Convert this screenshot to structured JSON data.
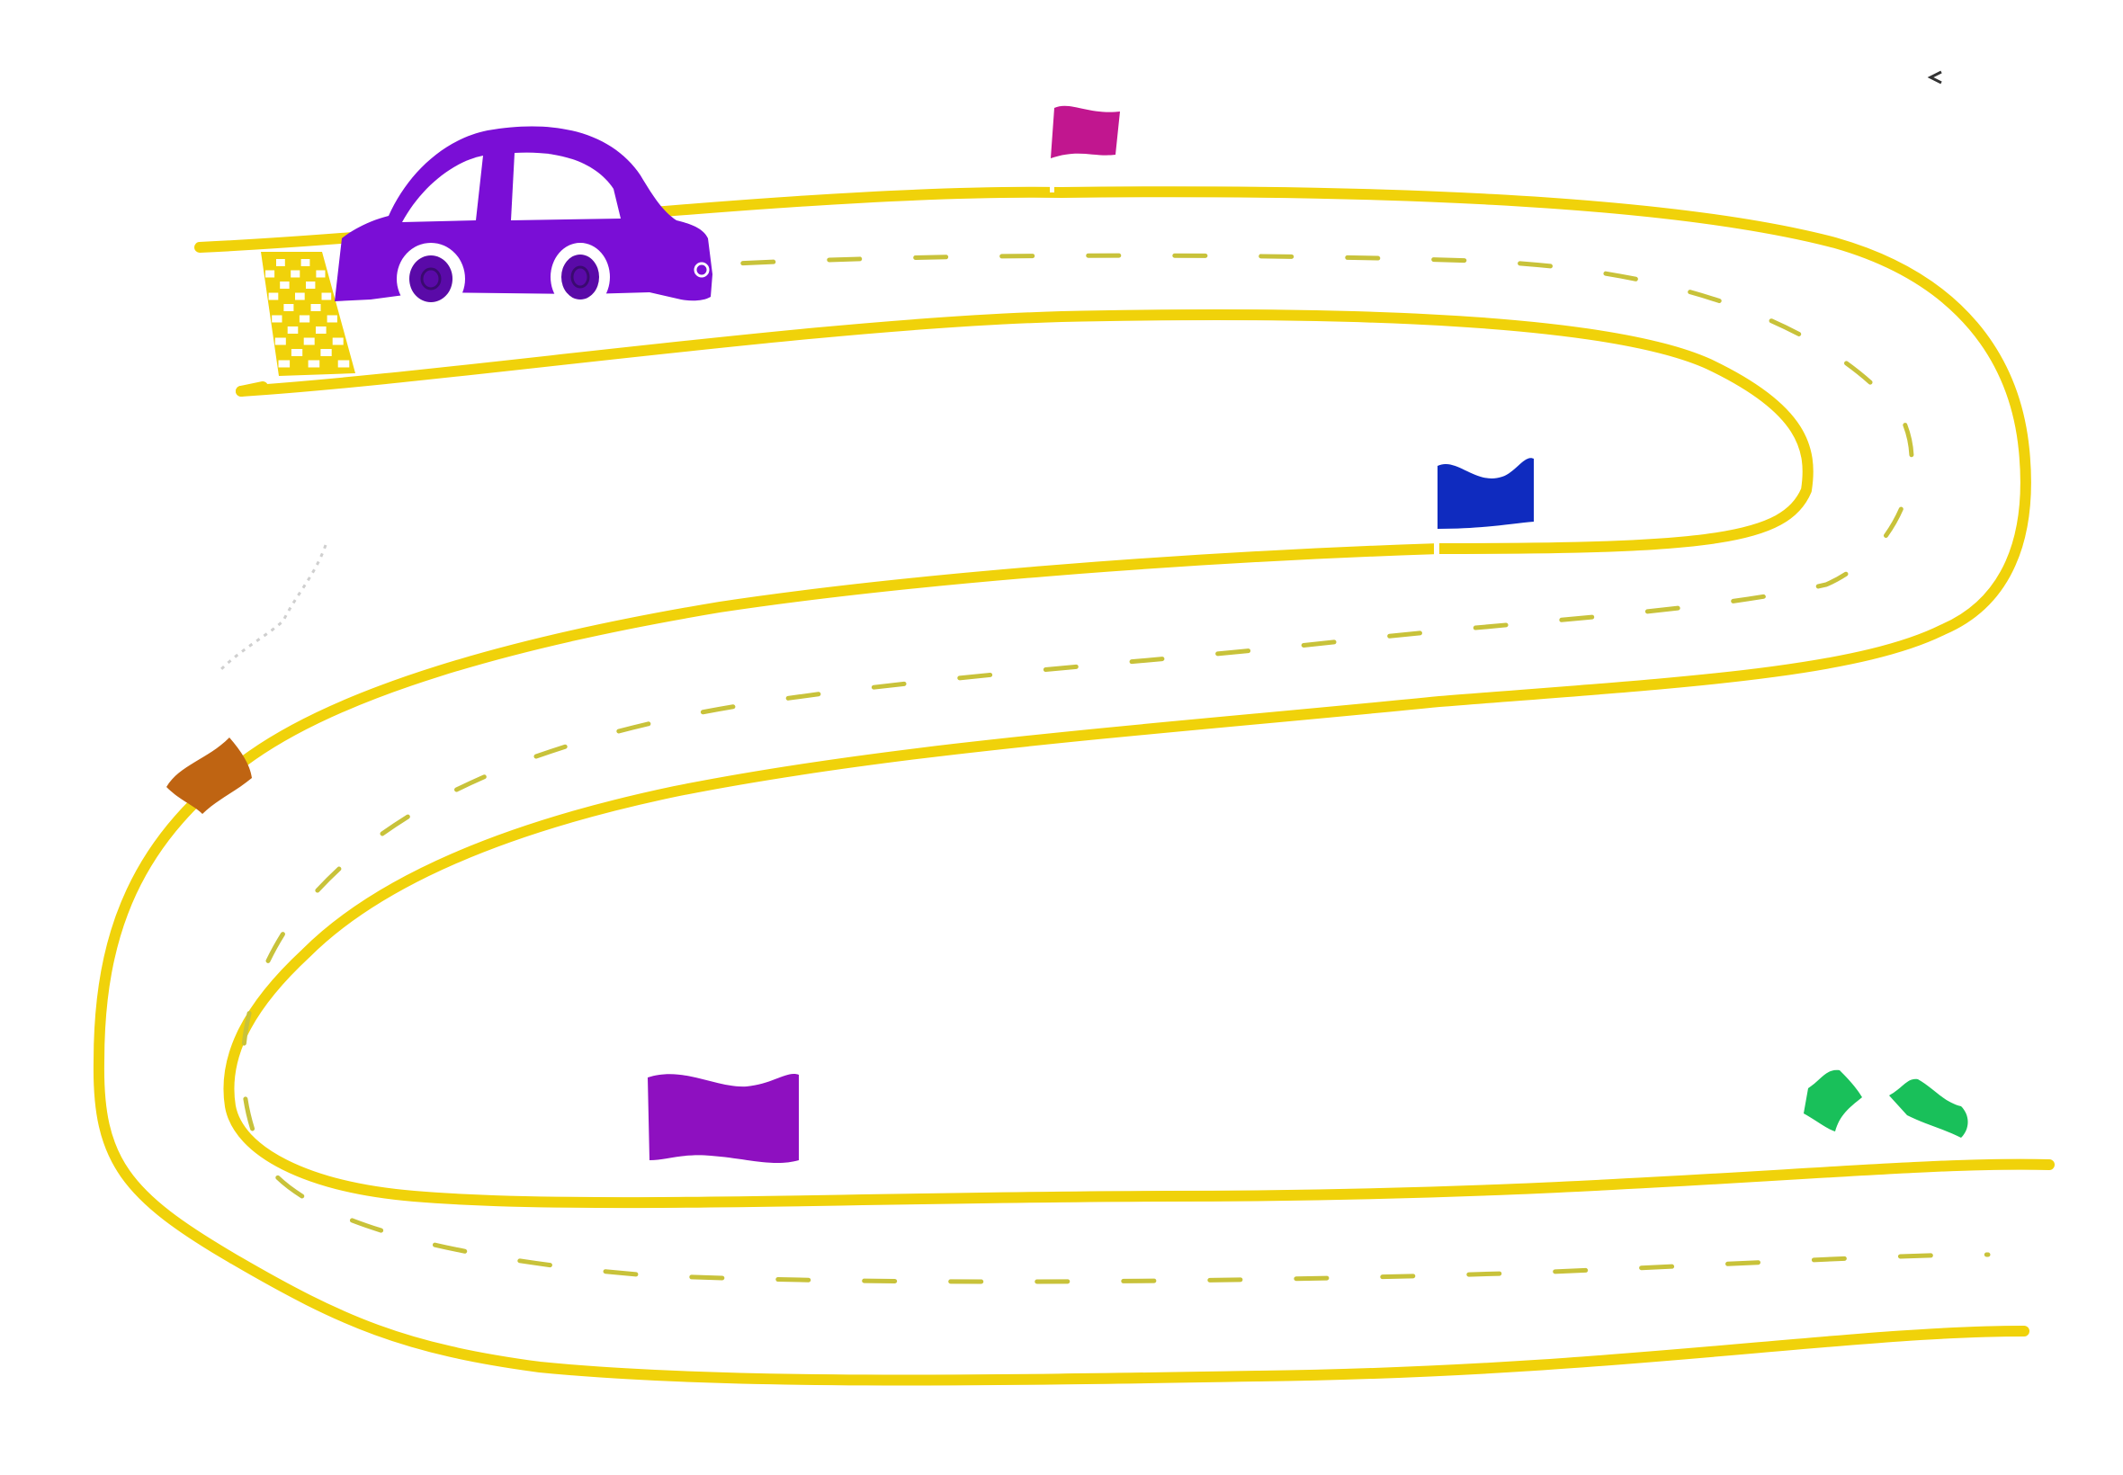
{
  "scene": {
    "background": "#ffffff",
    "road_edge_color": "#f0d20a",
    "road_centerline_color": "#c8c23a",
    "checkered_color": "#f0d20a"
  },
  "car": {
    "icon": "car-icon",
    "body_color": "#7a0ed6",
    "window_color": "#ffffff",
    "wheel_color": "#ffffff",
    "hub_color": "#5a0aa8"
  },
  "flags": [
    {
      "name": "magenta-flag",
      "icon": "flag-icon",
      "color": "#c1168f"
    },
    {
      "name": "blue-flag",
      "icon": "flag-icon",
      "color": "#0f2bbf"
    },
    {
      "name": "orange-flag",
      "icon": "flag-icon",
      "color": "#bf6412"
    },
    {
      "name": "purple-flag",
      "icon": "flag-icon",
      "color": "#8e10c0"
    },
    {
      "name": "green-flag-left",
      "icon": "flag-icon",
      "color": "#19c05a"
    },
    {
      "name": "green-flag-right",
      "icon": "flag-icon",
      "color": "#19c05a"
    }
  ]
}
